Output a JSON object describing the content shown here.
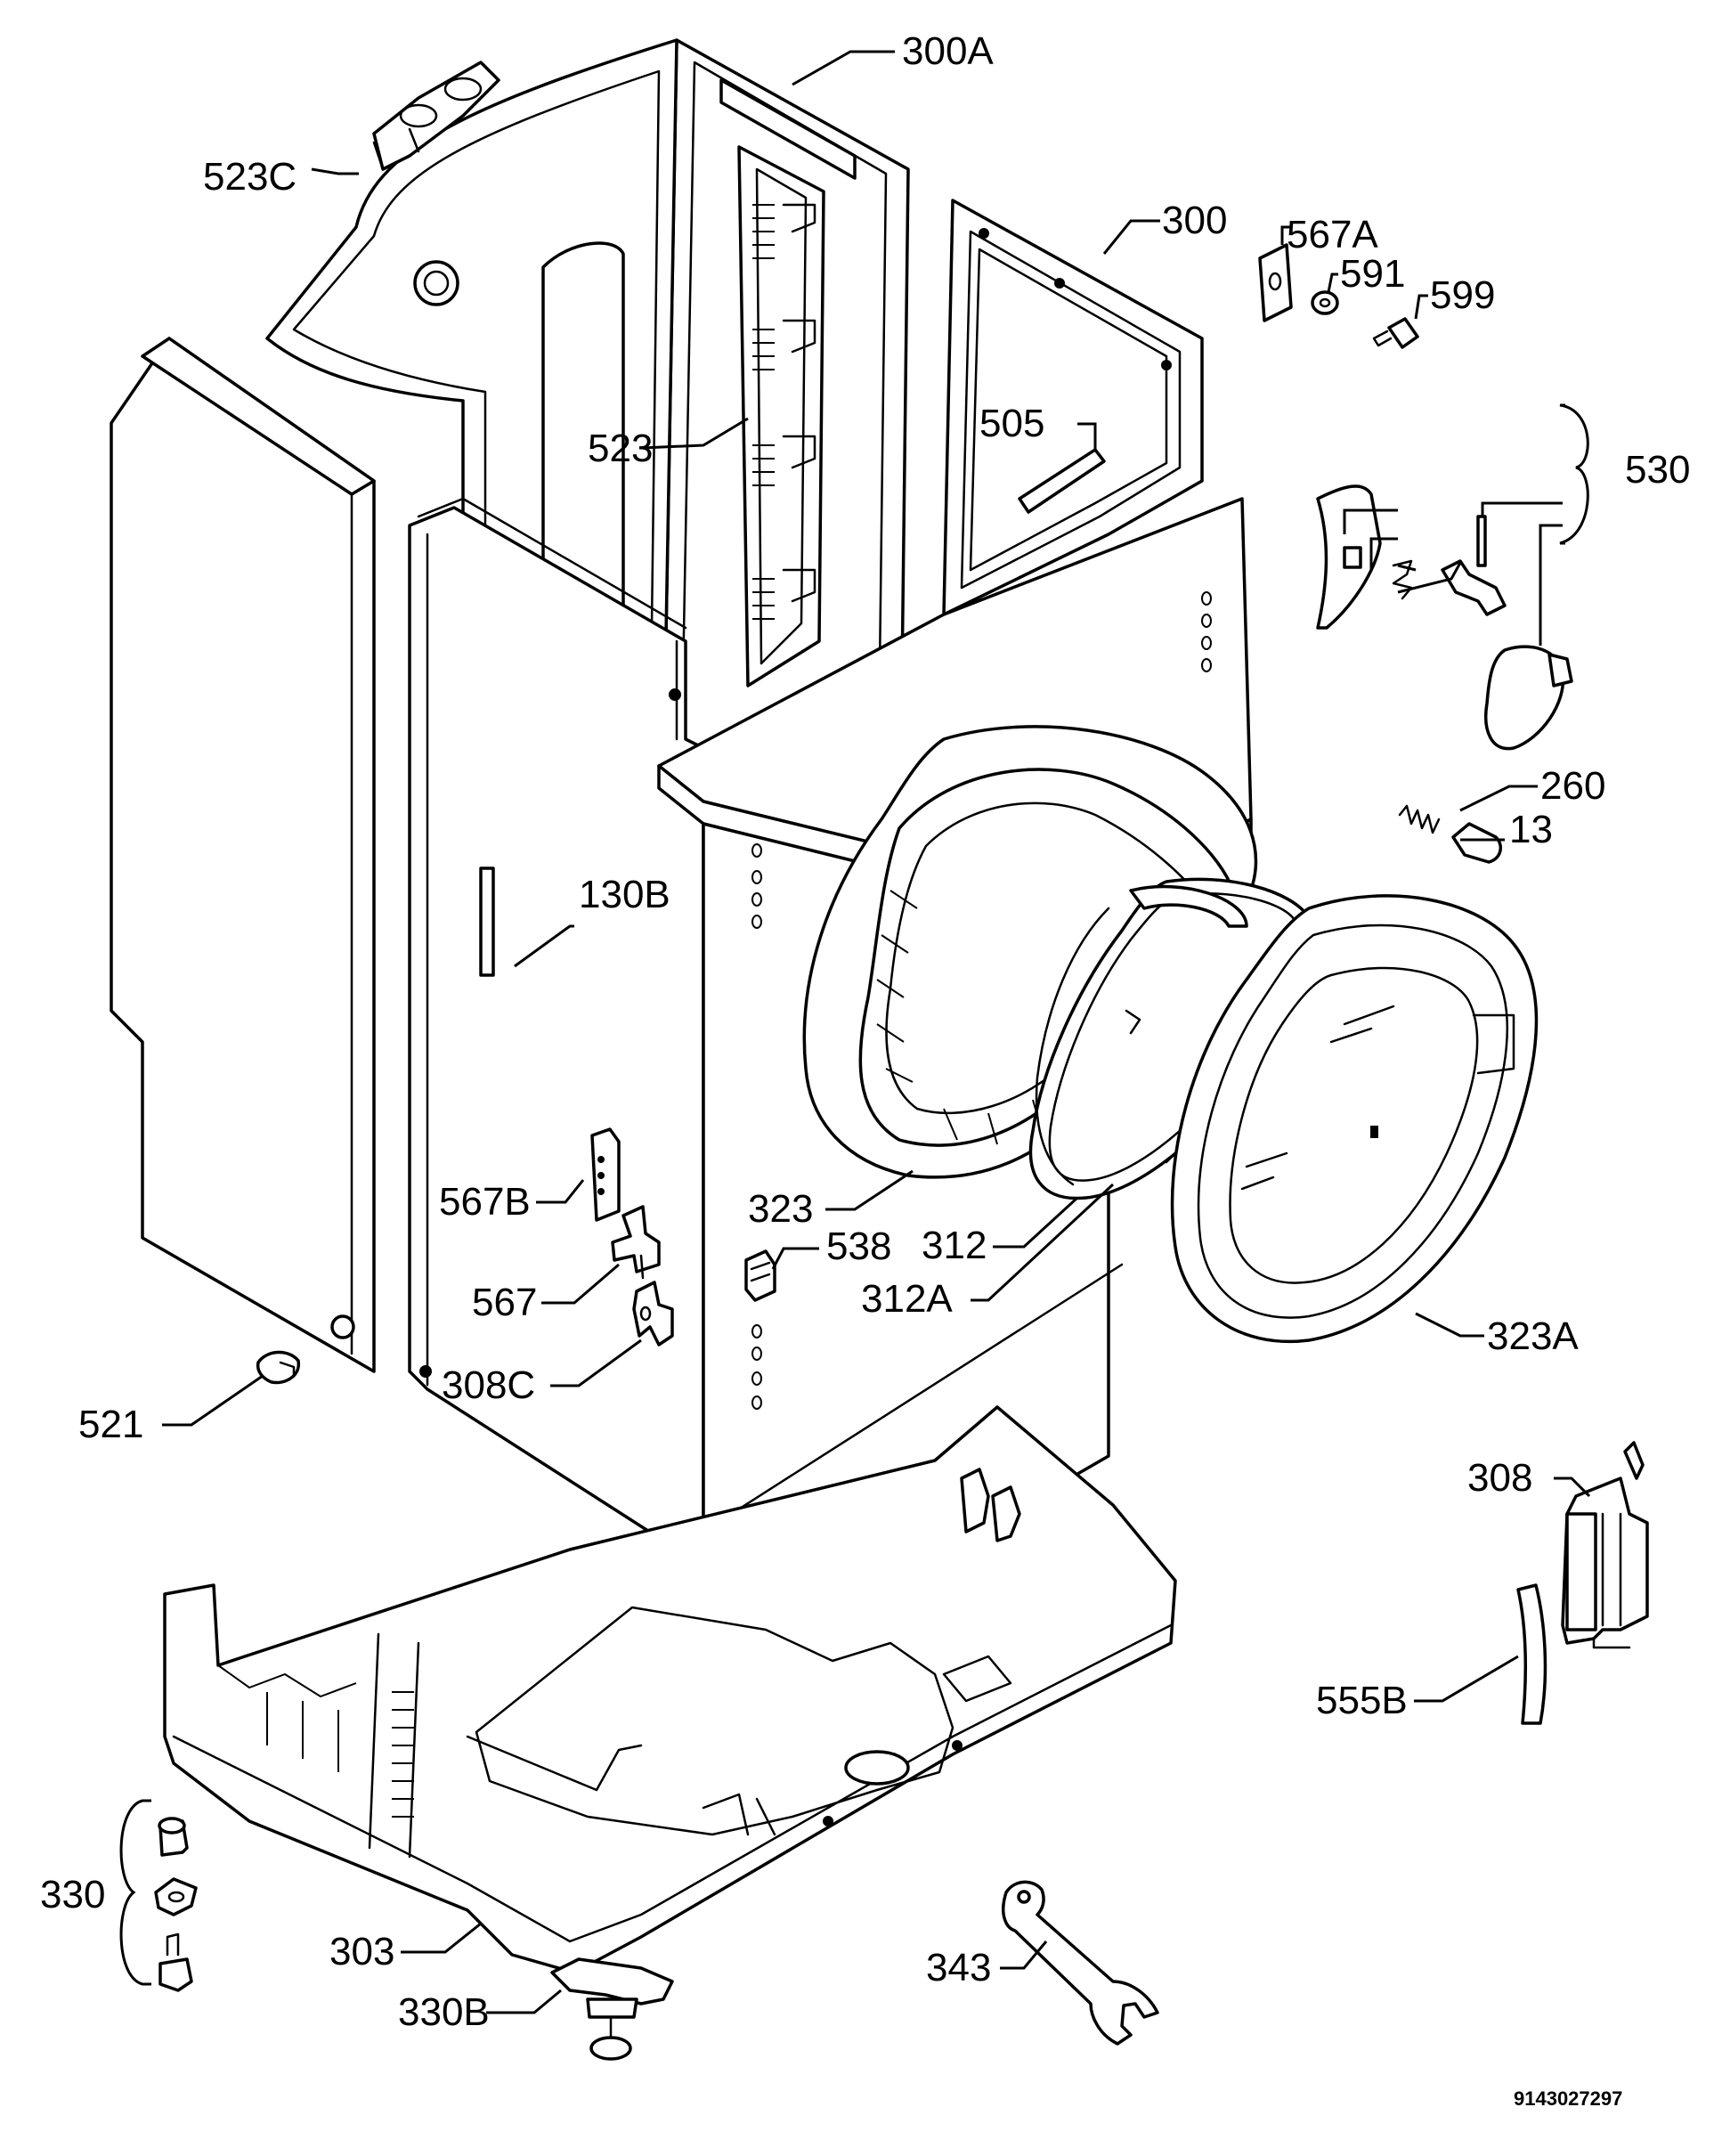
{
  "diagram": {
    "document_number": "9143027297",
    "callouts": {
      "c300A": "300A",
      "c523C": "523C",
      "c300": "300",
      "c567A": "567A",
      "c591": "591",
      "c599": "599",
      "c523": "523",
      "c505": "505",
      "c530": "530",
      "c260": "260",
      "c13": "13",
      "c130B": "130B",
      "c567B": "567B",
      "c323": "323",
      "c538": "538",
      "c312": "312",
      "c312A": "312A",
      "c567": "567",
      "c308C": "308C",
      "c323A": "323A",
      "c521": "521",
      "c308": "308",
      "c555B": "555B",
      "c330": "330",
      "c303": "303",
      "c343": "343",
      "c330B": "330B"
    }
  }
}
